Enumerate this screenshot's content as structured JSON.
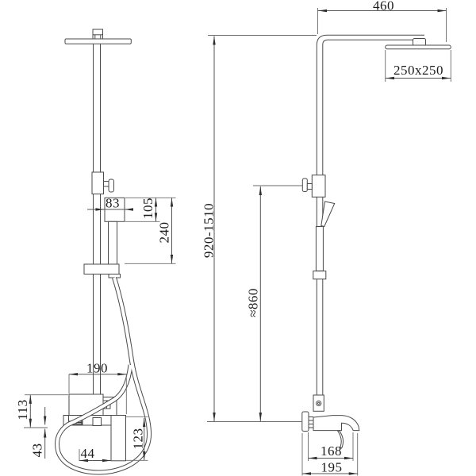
{
  "drawing_title": "shower column technical drawing",
  "dims": {
    "side": {
      "arm_reach": "460",
      "head_size": "250x250",
      "column_height": "920-1510",
      "hose_point_height": "≈860",
      "body_depth": "168",
      "overall_depth": "195"
    },
    "front": {
      "holder_width": "83",
      "holder_height": "105",
      "holder_span": "240",
      "mixer_width": "190",
      "mixer_height": "113",
      "spout_gap": "43",
      "button_gap": "44",
      "handle_height": "123"
    }
  }
}
